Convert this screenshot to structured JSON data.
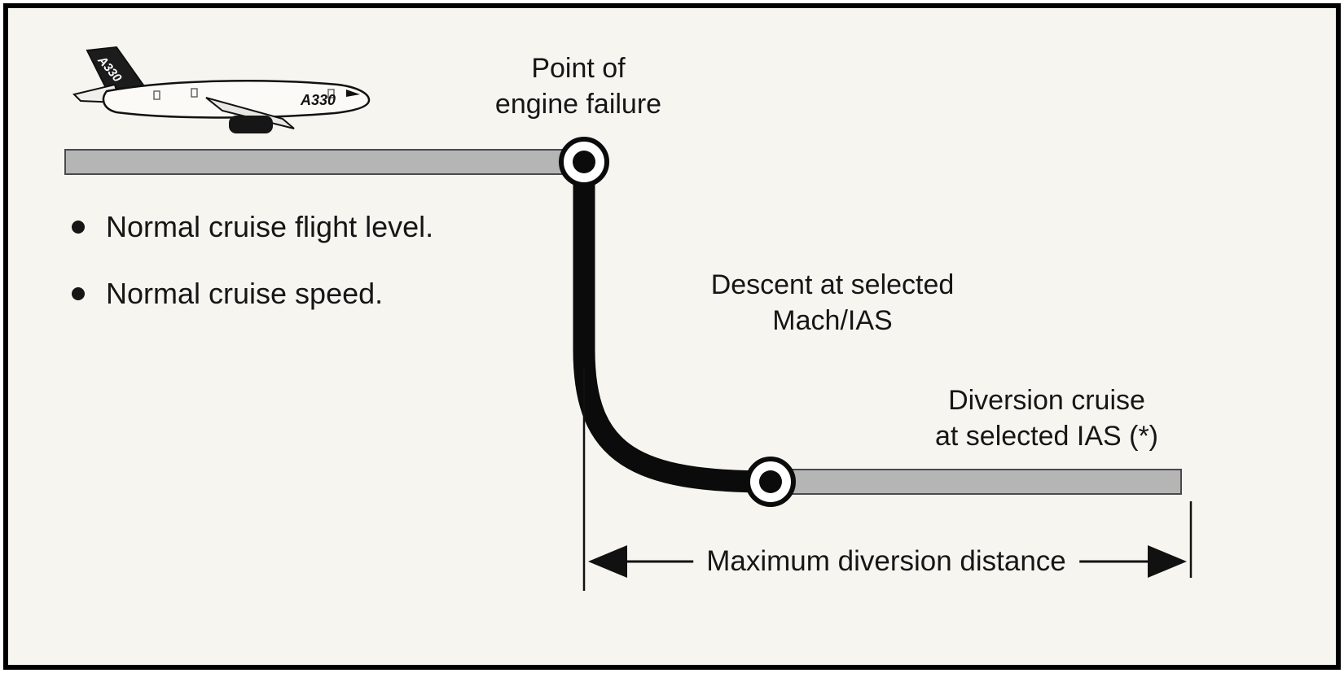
{
  "figure": {
    "plane": {
      "tail_label": "A330",
      "fuselage_label": "A330"
    },
    "engine_failure_label": {
      "line1": "Point of",
      "line2": "engine failure"
    },
    "bullets": [
      "Normal cruise flight level.",
      "Normal cruise speed."
    ],
    "descent_label": {
      "line1": "Descent at selected",
      "line2": "Mach/IAS"
    },
    "diversion_label": {
      "line1": "Diversion cruise",
      "line2": "at selected IAS (*)"
    },
    "distance_label": "Maximum diversion distance",
    "colors": {
      "paper": "#f6f5f0",
      "ink": "#111111",
      "bar_fill": "#b5b5b5",
      "bar_edge": "#4a4a4a"
    }
  }
}
